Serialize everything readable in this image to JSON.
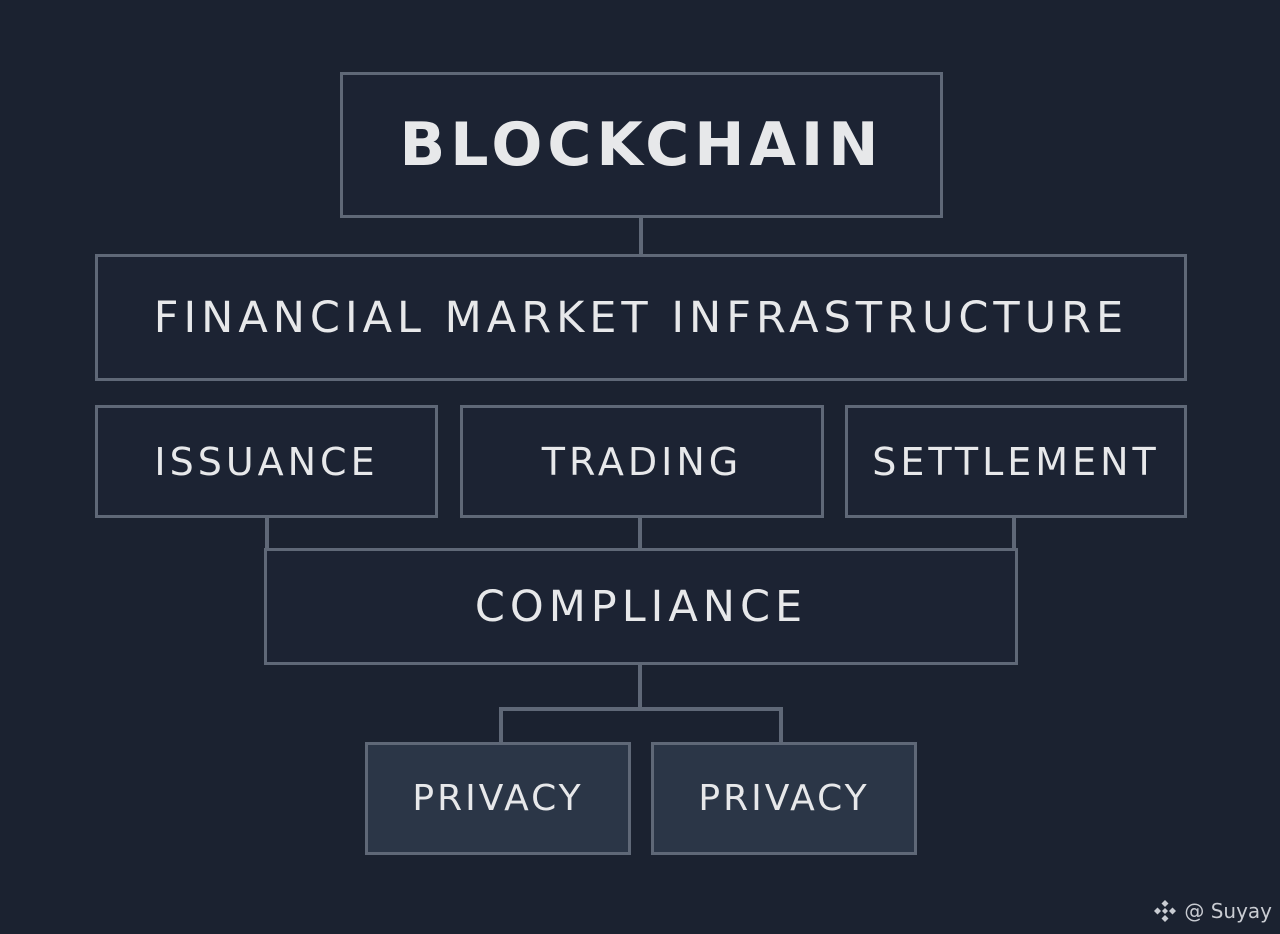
{
  "diagram": {
    "title": "BLOCKCHAIN",
    "layer": "FINANCIAL MARKET INFRASTRUCTURE",
    "functions": [
      "ISSUANCE",
      "TRADING",
      "SETTLEMENT"
    ],
    "compliance": "COMPLIANCE",
    "leaves": [
      "PRIVACY",
      "PRIVACY"
    ]
  },
  "colors": {
    "background": "#1b2230",
    "box_fill": "#1c2333",
    "box_fill_shaded": "#2b3647",
    "border": "#5f6877",
    "text": "#e7e8ea"
  },
  "watermark": {
    "icon": "binance-logo-icon",
    "text": "@ Suyay"
  }
}
